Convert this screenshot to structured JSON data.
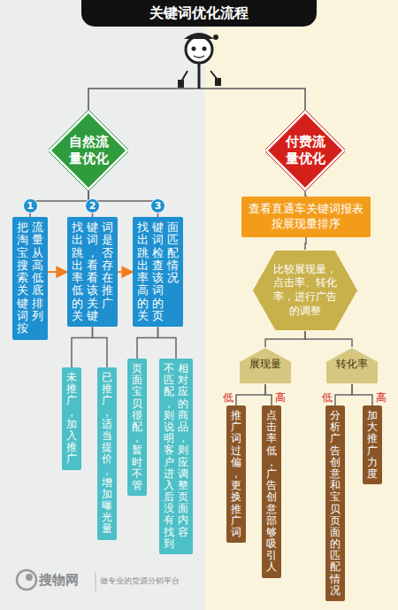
{
  "diagram": {
    "title": "关键词优化流程",
    "nodes": [
      {
        "text": [
          "自然流量优化"
        ]
      },
      {
        "text": [
          "付费流量优化"
        ]
      },
      {
        "text": [
          "把淘宝搜索关键词按流量从高低底排列"
        ]
      },
      {
        "text": [
          "找出跳出率低的关键词，看看该关键词是否存在推广"
        ]
      },
      {
        "text": [
          "找出跳出率高的关键词检查该词的页面匹配情况"
        ]
      },
      {
        "text": [
          "未推广，加入推广"
        ]
      },
      {
        "text": [
          "已推广，适当提价，增加曝光量"
        ]
      },
      {
        "text": [
          "页面宝贝很配，暂时不管"
        ]
      },
      {
        "text": [
          "不匹配，则说明客户进入后没有找到相对应的商品，则应调整页面内容"
        ]
      },
      {
        "text": [
          "查看直通车关键词报表按展现量排序"
        ]
      },
      {
        "text": [
          "比较展现量，点击率、转化率，进行广告的调整"
        ]
      },
      {
        "text": [
          "展现量"
        ]
      },
      {
        "text": [
          "转化率"
        ]
      },
      {
        "text": [
          "推广词过偏，更换推广词"
        ]
      },
      {
        "text": [
          "点击率低，广告创意部够吸引人"
        ]
      },
      {
        "text": [
          "分析广告创意和宝贝页面的匹配情况"
        ]
      },
      {
        "text": [
          "加大推广力度"
        ]
      }
    ],
    "edges": [
      {
        "from": 0,
        "to": 2,
        "arrow": "none"
      },
      {
        "from": 0,
        "to": 3,
        "arrow": "none"
      },
      {
        "from": 0,
        "to": 4,
        "arrow": "none"
      },
      {
        "from": 2,
        "to": 3,
        "arrow": "to"
      },
      {
        "from": 3,
        "to": 4,
        "arrow": "to"
      },
      {
        "from": 3,
        "to": 5,
        "arrow": "none"
      },
      {
        "from": 3,
        "to": 6,
        "arrow": "none"
      },
      {
        "from": 4,
        "to": 7,
        "arrow": "none"
      },
      {
        "from": 4,
        "to": 8,
        "arrow": "none"
      },
      {
        "from": 1,
        "to": 9,
        "arrow": "none"
      },
      {
        "from": 9,
        "to": 10,
        "arrow": "none"
      },
      {
        "from": 10,
        "to": 11,
        "arrow": "none"
      },
      {
        "from": 10,
        "to": 12,
        "arrow": "none"
      },
      {
        "from": 11,
        "to": 13,
        "label": "低",
        "arrow": "none"
      },
      {
        "from": 11,
        "to": 14,
        "label": "高",
        "arrow": "none"
      },
      {
        "from": 12,
        "to": 15,
        "label": "低",
        "arrow": "none"
      },
      {
        "from": 12,
        "to": 16,
        "label": "高",
        "arrow": "none"
      }
    ],
    "labels": [
      "1",
      "2",
      "3",
      "搜物网",
      "做专业的货源分销平台"
    ]
  }
}
